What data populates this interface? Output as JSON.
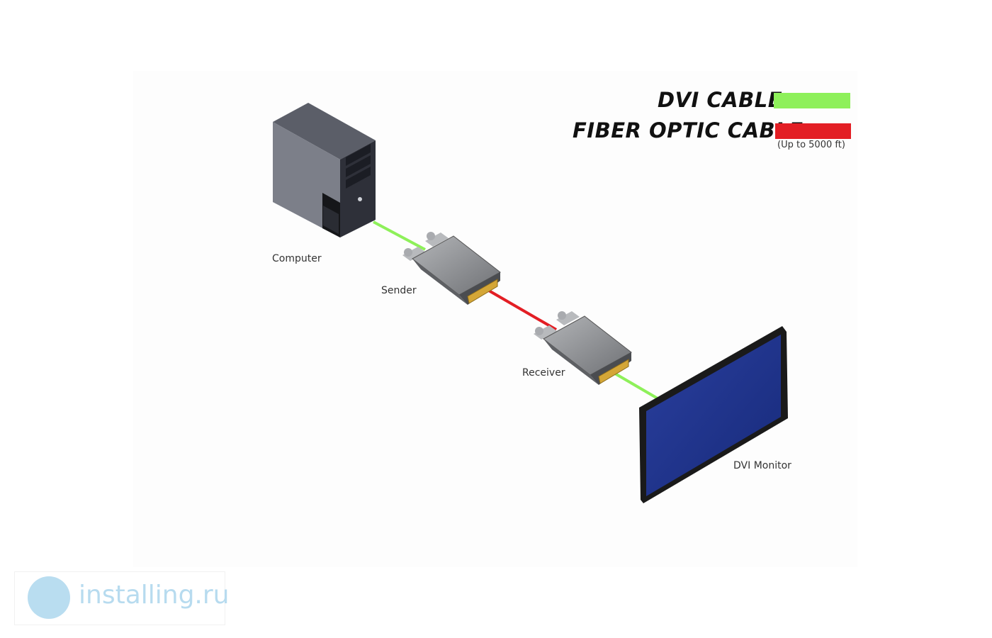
{
  "legend": {
    "dvi": {
      "title": "DVI CABLE",
      "color": "#8ef05a"
    },
    "fiber": {
      "title": "FIBER OPTIC CABLE",
      "color": "#e31e24",
      "note": "(Up to 5000 ft)"
    }
  },
  "nodes": {
    "computer": "Computer",
    "sender": "Sender",
    "receiver": "Receiver",
    "monitor": "DVI Monitor"
  },
  "colors": {
    "monitor_screen": "#1c2f8c",
    "device_body": "#8d8f93",
    "connector_gold": "#d4a637"
  },
  "watermark": {
    "text": "installing.ru",
    "logo": "circle-logo-icon"
  }
}
